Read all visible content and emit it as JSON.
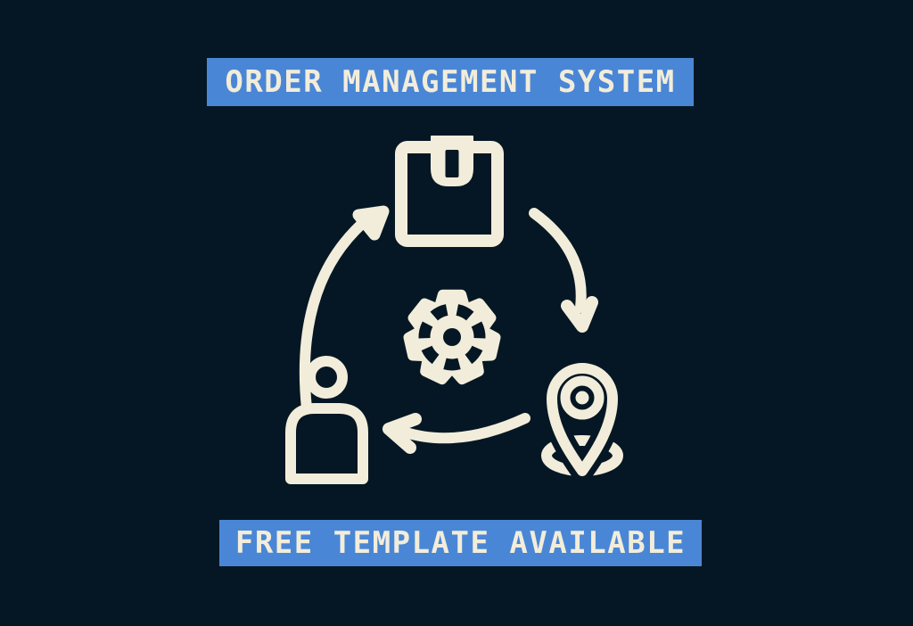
{
  "colors": {
    "background": "#051724",
    "banner": "#4a86d6",
    "foreground": "#f2edda"
  },
  "banners": {
    "top": "ORDER MANAGEMENT SYSTEM",
    "bottom": "FREE TEMPLATE AVAILABLE"
  },
  "diagram": {
    "type": "cycle",
    "nodes": [
      {
        "icon": "package-icon",
        "position": "top"
      },
      {
        "icon": "gear-icon",
        "position": "center"
      },
      {
        "icon": "person-icon",
        "position": "bottom-left"
      },
      {
        "icon": "location-pin-icon",
        "position": "bottom-right"
      }
    ],
    "arrows": [
      {
        "name": "arrow-up-right",
        "from": "person",
        "to": "package"
      },
      {
        "name": "arrow-down-right",
        "from": "package",
        "to": "location-pin"
      },
      {
        "name": "arrow-left",
        "from": "location-pin",
        "to": "person"
      }
    ]
  }
}
